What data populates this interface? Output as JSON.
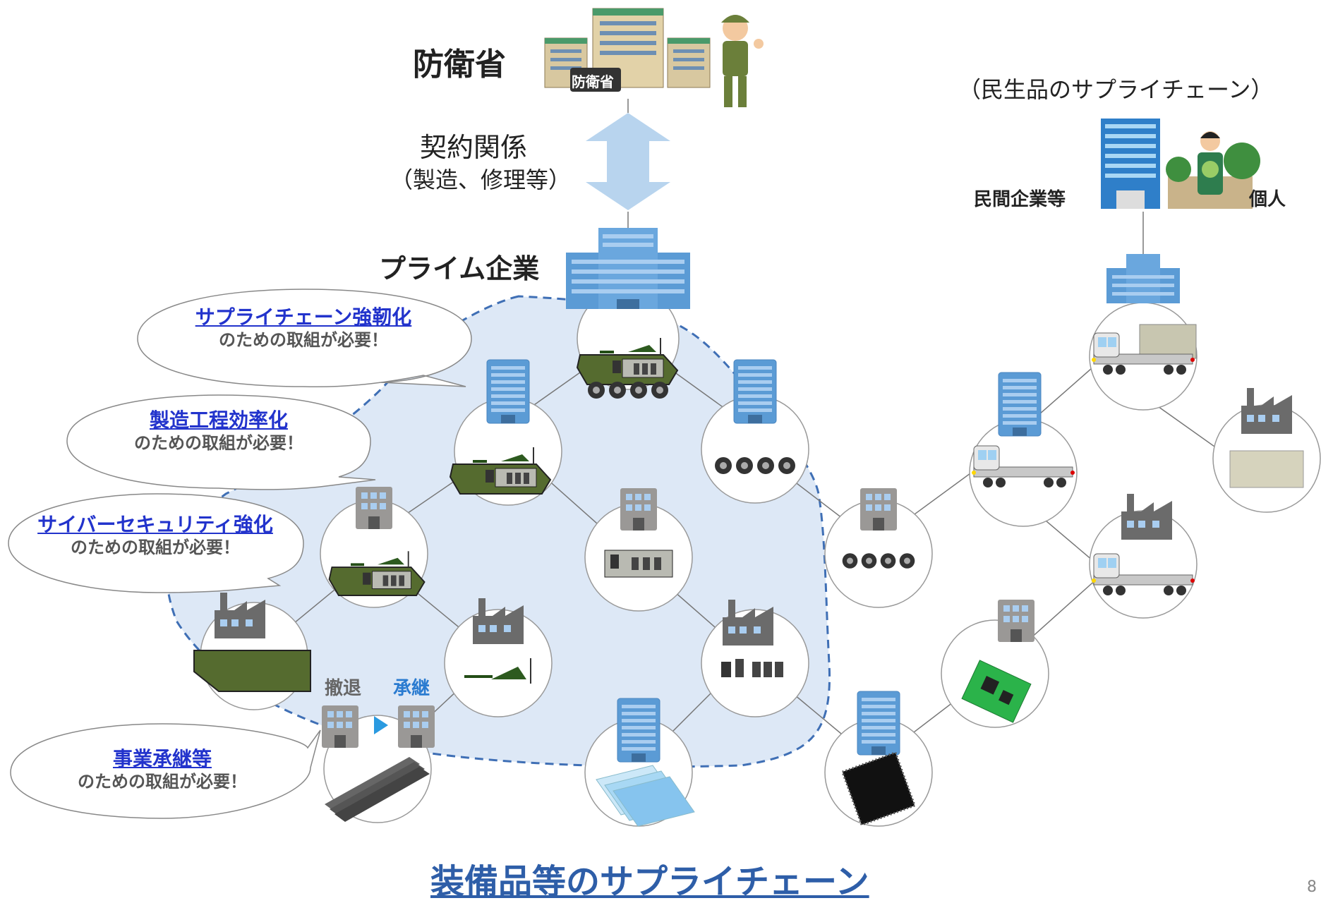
{
  "title_ministry": "防衛省",
  "ministry_sign": "防衛省",
  "contract_line1": "契約関係",
  "contract_line2": "（製造、修理等）",
  "prime_label": "プライム企業",
  "civil_heading": "（民生品のサプライチェーン）",
  "civil_company": "民間企業等",
  "civil_individual": "個人",
  "withdraw_label": "撤退",
  "succeed_label": "承継",
  "bottom_title": "装備品等のサプライチェーン",
  "page_number": "8",
  "callouts": [
    {
      "link": "サプライチェーン強靭化",
      "text": "のための取組が必要！"
    },
    {
      "link": "製造工程効率化",
      "text": "のための取組が必要！"
    },
    {
      "link": "サイバーセキュリティ強化",
      "text": "のための取組が必要！"
    },
    {
      "link": "事業承継等",
      "text": "のための取組が必要！"
    }
  ],
  "colors": {
    "region_fill": "#dde8f6",
    "region_border": "#3f6fb5",
    "link": "#2233cc",
    "arrow": "#b8d4ee",
    "vehicle": "#556b2f"
  }
}
